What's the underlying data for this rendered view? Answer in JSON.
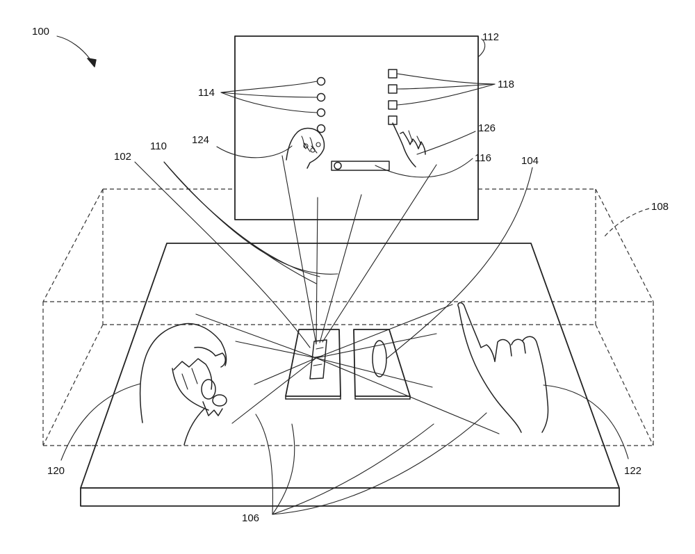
{
  "labels": {
    "system": "100",
    "sensor": "102",
    "object": "104",
    "beams": "106",
    "volume": "108",
    "lines": "110",
    "display": "112",
    "icons_round": "114",
    "bar_icon": "116",
    "icons_square": "118",
    "left_hand": "120",
    "right_hand": "122",
    "left_hand_image": "124",
    "right_hand_image": "126"
  }
}
